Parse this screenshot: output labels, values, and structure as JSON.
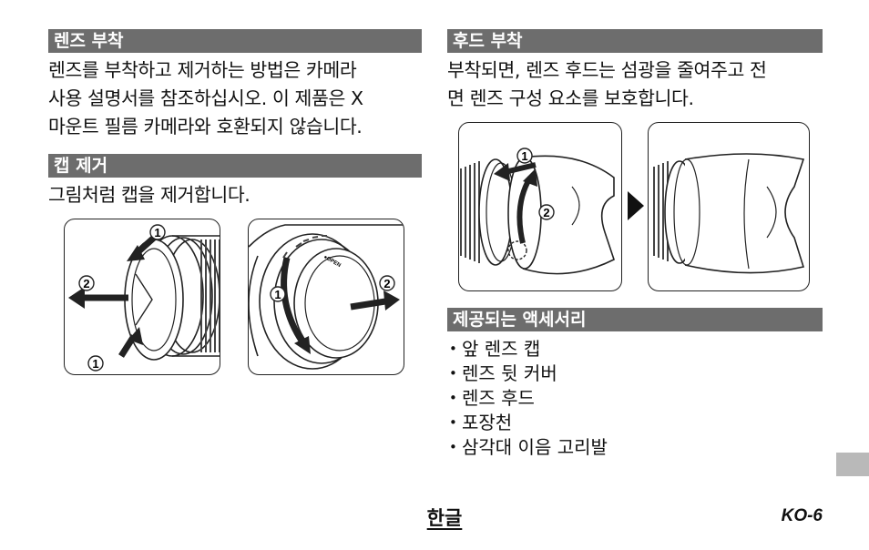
{
  "sections": {
    "lens_attach": {
      "title": "렌즈 부착",
      "lines": [
        "렌즈를 부착하고 제거하는 방법은 카메라",
        "사용 설명서를 참조하십시오. 이 제품은 X",
        "마운트 필름 카메라와 호환되지 않습니다."
      ]
    },
    "cap_removal": {
      "title": "캡 제거",
      "text": "그림처럼 캡을 제거합니다."
    },
    "hood_attach": {
      "title": "후드 부착",
      "lines": [
        "부착되면, 렌즈 후드는 섬광을 줄여주고 전",
        "면 렌즈 구성 요소를 보호합니다."
      ]
    },
    "accessories": {
      "title": "제공되는 액세서리",
      "items": [
        "앞 렌즈 캡",
        "렌즈 뒷 커버",
        "렌즈 후드",
        "포장천",
        "삼각대 이음 고리발"
      ]
    }
  },
  "figures": {
    "step1": "1",
    "step2": "2",
    "rear_cap_mark": "●OPEN"
  },
  "footer": {
    "language": "한글",
    "page": "KO-6"
  }
}
